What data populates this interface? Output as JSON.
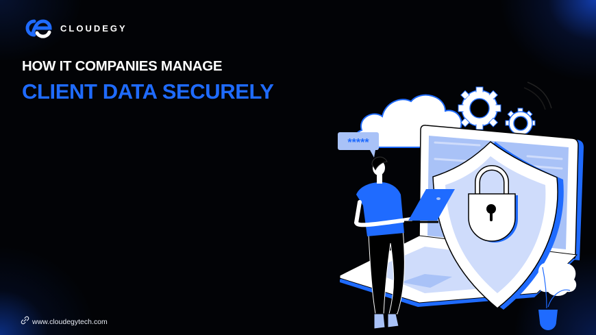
{
  "brand": {
    "name": "CLOUDEGY",
    "logo_icon": "ce-monogram-icon",
    "accent_color": "#1f6bff"
  },
  "headline": {
    "line1": "HOW IT COMPANIES MANAGE",
    "line2": "CLIENT DATA SECURELY",
    "line1_color": "#ffffff",
    "line2_color": "#1f6bff"
  },
  "illustration": {
    "password_bubble": "*****",
    "elements": [
      "cloud-icon",
      "gear-icon",
      "laptop-icon",
      "shield-icon",
      "padlock-icon",
      "person-with-laptop",
      "plant-icon"
    ]
  },
  "footer": {
    "link_icon": "link-icon",
    "url": "www.cloudegytech.com"
  },
  "colors": {
    "background": "#020306",
    "primary_blue": "#1f6bff",
    "light_blue": "#a9c2f7",
    "pale_blue": "#cfdcfb",
    "white": "#ffffff"
  }
}
